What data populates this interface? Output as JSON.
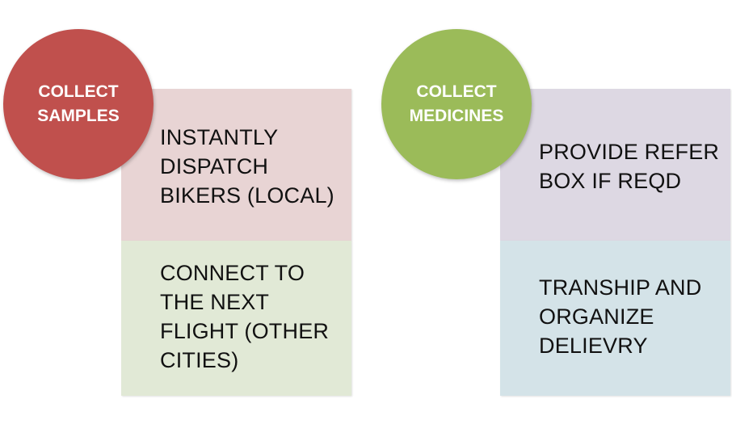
{
  "left": {
    "circle": {
      "lines": [
        "COLLECT",
        "SAMPLES"
      ],
      "color": "#c0504d"
    },
    "top_box": {
      "text": "INSTANTLY\nDISPATCH\nBIKERS (LOCAL)",
      "color": "#e8d4d4"
    },
    "bottom_box": {
      "text": "CONNECT TO\nTHE NEXT\nFLIGHT (OTHER\nCITIES)",
      "color": "#e1e9d6"
    }
  },
  "right": {
    "circle": {
      "lines": [
        "COLLECT",
        "MEDICINES"
      ],
      "color": "#9bbb59"
    },
    "top_box": {
      "text": "PROVIDE REFER\nBOX IF REQD",
      "color": "#ddd8e3"
    },
    "bottom_box": {
      "text": "TRANSHIP AND\nORGANIZE\nDELIEVRY",
      "color": "#d4e3e8"
    }
  }
}
